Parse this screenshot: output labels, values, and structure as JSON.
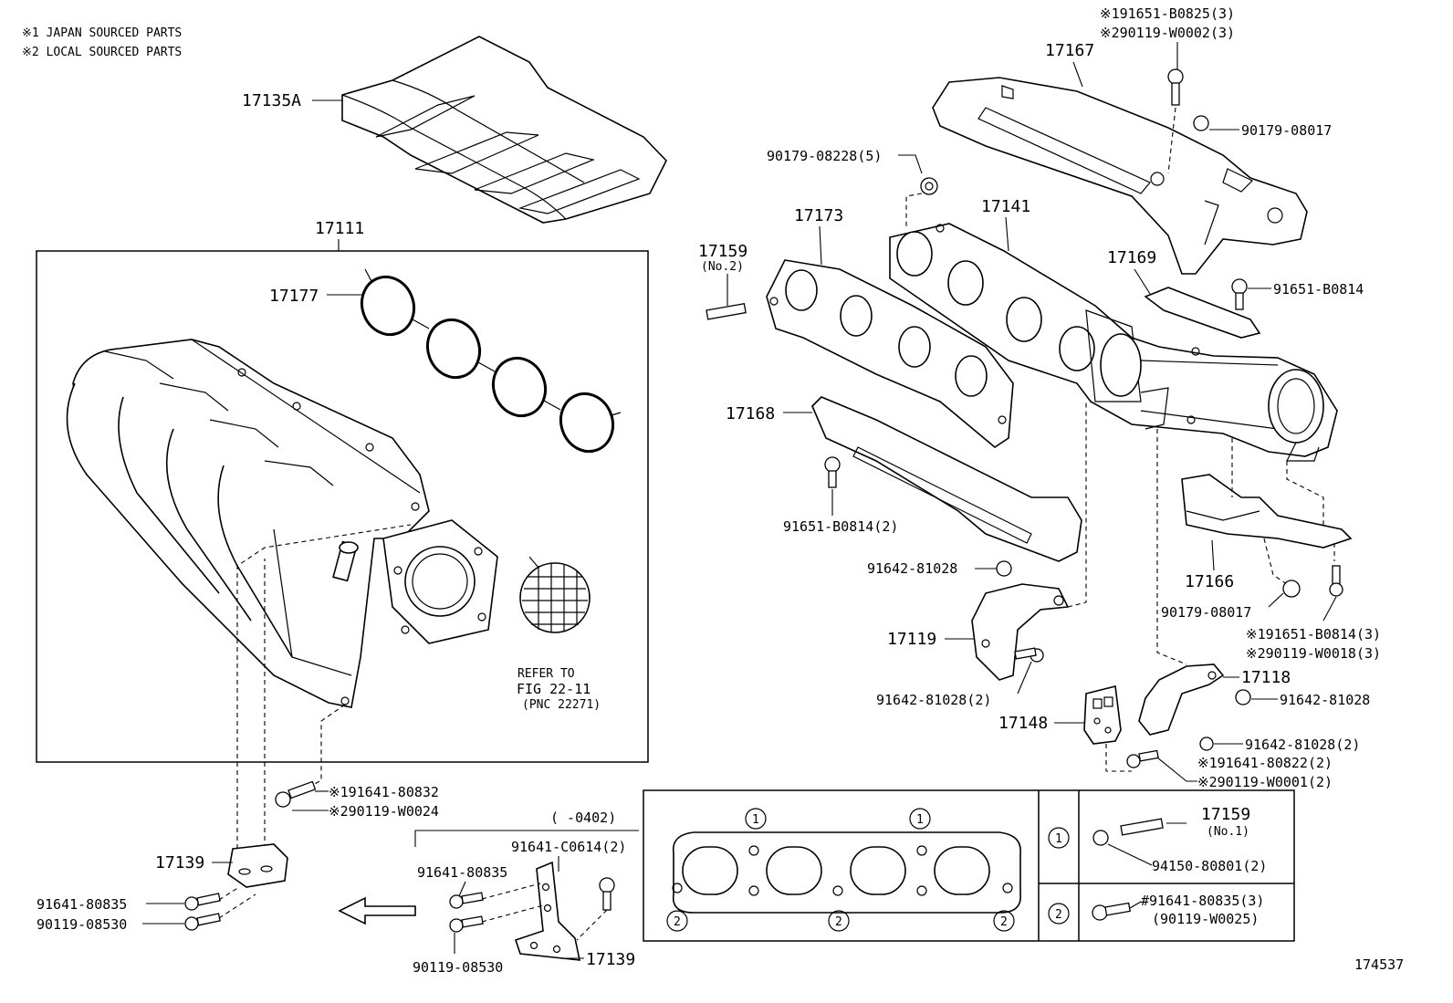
{
  "notes": {
    "japan": "※1 JAPAN SOURCED PARTS",
    "local": "※2 LOCAL SOURCED PARTS"
  },
  "labels": {
    "p17135A": "17135A",
    "p17111": "17111",
    "p17177": "17177",
    "p17167": "17167",
    "ref_91651_B0825": "※191651-B0825(3)",
    "ref_90119_W0002": "※290119-W0002(3)",
    "p90179_08017_top": "90179-08017",
    "p90179_08228": "90179-08228(5)",
    "p17141": "17141",
    "p17173": "17173",
    "p17159_no2": "17159",
    "p17159_no2_sub": "(No.2)",
    "p17169": "17169",
    "p91651_B0814": "91651-B0814",
    "p17168": "17168",
    "p91651_B0814_2": "91651-B0814(2)",
    "p91642_81028_a": "91642-81028",
    "p17166": "17166",
    "p90179_08017_b": "90179-08017",
    "ref_91651_B0814_3": "※191651-B0814(3)",
    "ref_90119_W0018_3": "※290119-W0018(3)",
    "p17119": "17119",
    "p91642_81028_2a": "91642-81028(2)",
    "p17118": "17118",
    "p91642_81028_b": "91642-81028",
    "p17148": "17148",
    "p91642_81028_2b": "91642-81028(2)",
    "ref_91641_80822_2": "※191641-80822(2)",
    "ref_90119_W0001_2": "※290119-W0001(2)",
    "refer_to": "REFER TO",
    "fig": "FIG 22-11",
    "pnc": "(PNC 22271)",
    "ref_91641_80832": "※191641-80832",
    "ref_90119_W0024": "※290119-W0024",
    "p17139_left": "17139",
    "p91641_80835_left": "91641-80835",
    "p90119_08530_left": "90119-08530",
    "date_range": "(       -0402)",
    "p91641_C0614": "91641-C0614(2)",
    "p91641_80835_mid": "91641-80835",
    "p90119_08530_mid": "90119-08530",
    "p17139_bottom": "17139",
    "circle1": "1",
    "circle2": "2",
    "p17159_no1": "17159",
    "p17159_no1_sub": "(No.1)",
    "p94150_80801": "94150-80801(2)",
    "hash_91641_80835": "#91641-80835(3)",
    "p90119_W0025": "(90119-W0025)",
    "illustration_no": "174537"
  }
}
